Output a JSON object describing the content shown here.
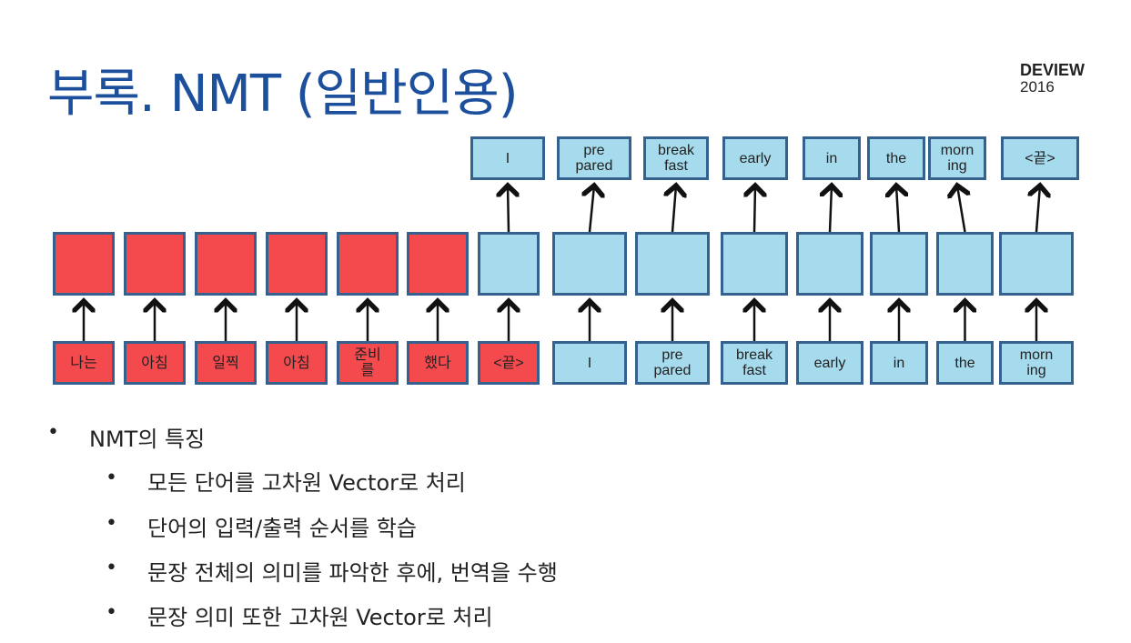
{
  "title": "부록. NMT (일반인용)",
  "brand": {
    "name": "DEVIEW",
    "year": "2016"
  },
  "colors": {
    "title": "#1c4f9c",
    "encoder": "#f4494d",
    "decoder": "#a6daed",
    "border": "#35618e"
  },
  "diagram": {
    "encoder_inputs": [
      "나는",
      "아침",
      "일찍",
      "아침",
      "준비\n를",
      "했다",
      "<끝>"
    ],
    "decoder_inputs": [
      "I",
      "pre\npared",
      "break\nfast",
      "early",
      "in",
      "the",
      "morn\ning"
    ],
    "outputs": [
      "I",
      "pre\npared",
      "break\nfast",
      "early",
      "in",
      "the",
      "morn\ning",
      "<끝>"
    ]
  },
  "bullets": {
    "main": "NMT의 특징",
    "sub": [
      "모든 단어를 고차원 Vector로 처리",
      "단어의 입력/출력 순서를 학습",
      "문장 전체의 의미를 파악한 후에, 번역을 수행",
      "문장 의미 또한 고차원 Vector로 처리"
    ]
  }
}
